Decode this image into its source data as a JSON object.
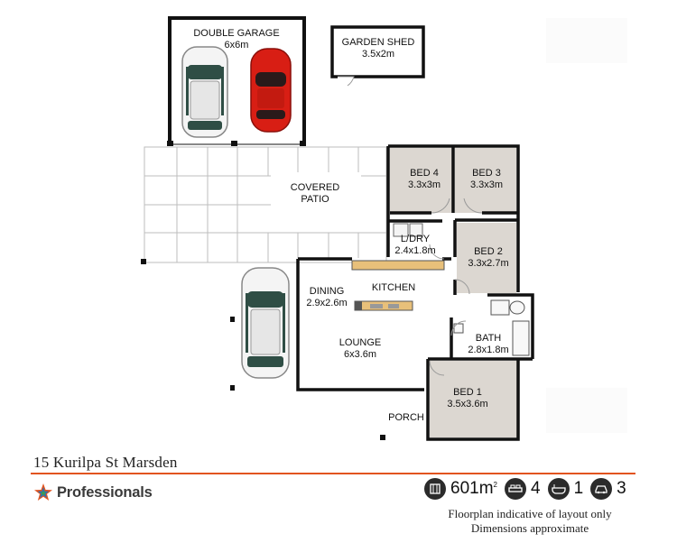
{
  "plan": {
    "garage": {
      "name": "DOUBLE GARAGE",
      "size": "6x6m"
    },
    "shed": {
      "name": "GARDEN SHED",
      "size": "3.5x2m"
    },
    "patio": {
      "line1": "COVERED",
      "line2": "PATIO"
    },
    "rooms": [
      {
        "id": "bed4",
        "name": "BED 4",
        "size": "3.3x3m"
      },
      {
        "id": "bed3",
        "name": "BED 3",
        "size": "3.3x3m"
      },
      {
        "id": "ldry",
        "name": "L/DRY",
        "size": "2.4x1.8m"
      },
      {
        "id": "bed2",
        "name": "BED 2",
        "size": "3.3x2.7m"
      },
      {
        "id": "dining",
        "name": "DINING",
        "size": "2.9x2.6m"
      },
      {
        "id": "kitchen",
        "name": "KITCHEN",
        "size": ""
      },
      {
        "id": "lounge",
        "name": "LOUNGE",
        "size": "6x3.6m"
      },
      {
        "id": "bath",
        "name": "BATH",
        "size": "2.8x1.8m"
      },
      {
        "id": "bed1",
        "name": "BED 1",
        "size": "3.5x3.6m"
      },
      {
        "id": "porch",
        "name": "PORCH",
        "size": ""
      }
    ],
    "car_colors": {
      "white": "#f4f4f4",
      "red": "#d81e14",
      "glass": "#2f4e45"
    }
  },
  "footer": {
    "address": "15 Kurilpa St Marsden",
    "brand": "Professionals",
    "accent_color": "#e2541f",
    "stats": [
      {
        "icon": "land-area-icon",
        "value": "601m",
        "sup": "2"
      },
      {
        "icon": "bed-icon",
        "value": "4",
        "sup": ""
      },
      {
        "icon": "bath-icon",
        "value": "1",
        "sup": ""
      },
      {
        "icon": "car-icon",
        "value": "3",
        "sup": ""
      }
    ],
    "disclaimer_line1": "Floorplan indicative of layout only",
    "disclaimer_line2": "Dimensions approximate"
  }
}
